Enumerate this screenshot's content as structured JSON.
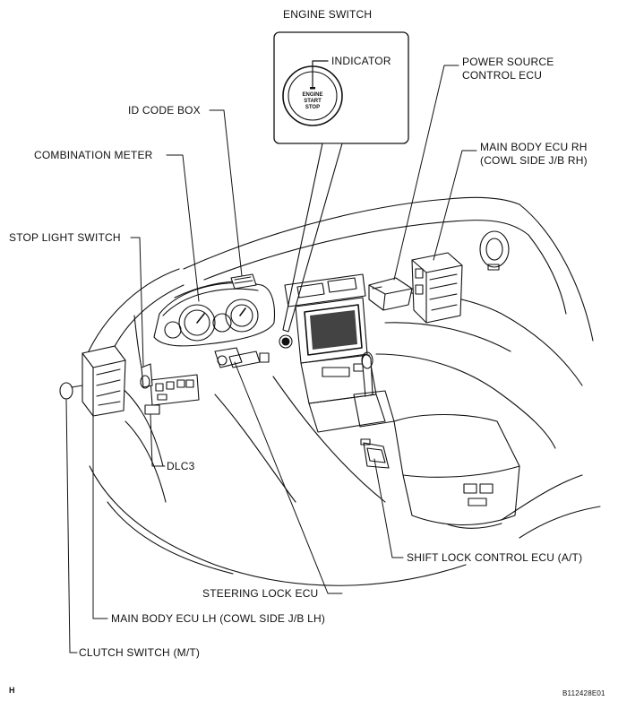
{
  "title": "ENGINE SWITCH",
  "inset": {
    "indicator_label": "INDICATOR",
    "button_text": [
      "ENGINE",
      "START",
      "STOP"
    ]
  },
  "labels": {
    "power_source": [
      "POWER SOURCE",
      "CONTROL ECU"
    ],
    "main_body_rh": [
      "MAIN BODY ECU RH",
      "(COWL SIDE J/B RH)"
    ],
    "id_code_box": "ID CODE BOX",
    "combination_meter": "COMBINATION METER",
    "stop_light_switch": "STOP LIGHT SWITCH",
    "dlc3": "DLC3",
    "shift_lock": "SHIFT LOCK CONTROL ECU (A/T)",
    "steering_lock": "STEERING LOCK ECU",
    "main_body_lh": "MAIN BODY ECU LH (COWL SIDE J/B LH)",
    "clutch_switch": "CLUTCH SWITCH (M/T)"
  },
  "footer": {
    "left": "H",
    "right": "B112428E01"
  },
  "colors": {
    "ink": "#111111",
    "paper": "#ffffff"
  }
}
